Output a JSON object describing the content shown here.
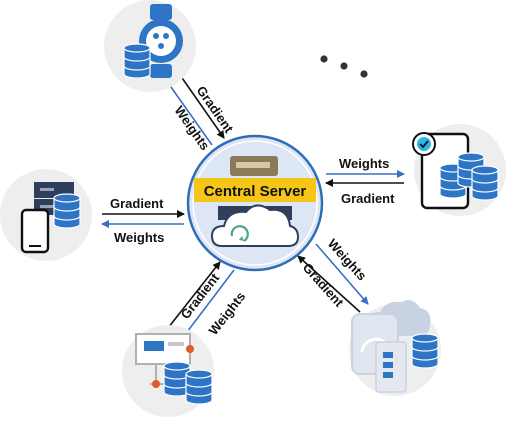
{
  "center": {
    "label": "Central Server"
  },
  "edge_labels": {
    "gradient": "Gradient",
    "weights": "Weights"
  },
  "ellipsis": "• • •",
  "colors": {
    "node_bg": "#eeeeee",
    "center_bg": "#dce6f4",
    "center_ring": "#2f6db5",
    "server_banner": "#f5c518",
    "db_blue": "#2e75c5",
    "arrow_blue": "#3b6fc4",
    "arrow_black": "#111111"
  },
  "nodes": [
    {
      "id": "top",
      "icon": "smartwatch-with-database-icon"
    },
    {
      "id": "left",
      "icon": "phone-server-with-database-icon"
    },
    {
      "id": "right",
      "icon": "mobile-device-with-databases-icon"
    },
    {
      "id": "bottom-left",
      "icon": "computer-network-with-databases-icon"
    },
    {
      "id": "bottom-right",
      "icon": "cloud-device-with-database-icon"
    }
  ]
}
